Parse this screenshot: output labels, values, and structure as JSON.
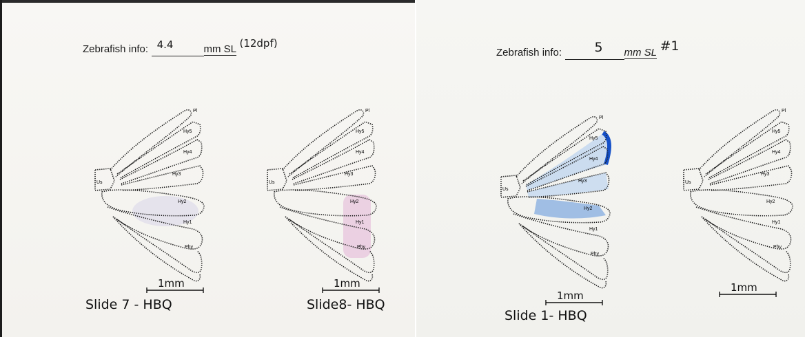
{
  "sheets": [
    {
      "zebrafish_label": "Zebrafish info:",
      "length_value": "4.4",
      "units": "mm SL",
      "note": "(12dpf)",
      "diagram_labels": {
        "pi": "Pl",
        "hy5": "Hy5",
        "hy4": "Hy4",
        "hy3": "Hy3",
        "us": "Us",
        "hy2": "Hy2",
        "hy1": "Hy1",
        "phy": "Phy"
      },
      "scale_bars": [
        "1mm",
        "1mm"
      ],
      "slide_labels": [
        "Slide 7 - HBQ",
        "Slide8- HBQ"
      ]
    },
    {
      "zebrafish_label": "Zebrafish info:",
      "length_value": "5",
      "units": "mm SL",
      "note": "#1",
      "diagram_labels": {
        "pi": "Pl",
        "hy5": "Hy5",
        "hy4": "Hy4",
        "hy3": "Hy3",
        "us": "Us",
        "hy2": "Hy2",
        "hy1": "Hy1",
        "phy": "Phy"
      },
      "scale_bars": [
        "1mm",
        "1mm"
      ],
      "slide_labels": [
        "Slide 1- HBQ"
      ]
    }
  ],
  "colors": {
    "ink": "#1a1a1a",
    "pink_stain": "#d98fc9",
    "blue_stain": "#3b7fd6",
    "dark_blue": "#1450c8",
    "light_blue": "#a9c9ef"
  }
}
